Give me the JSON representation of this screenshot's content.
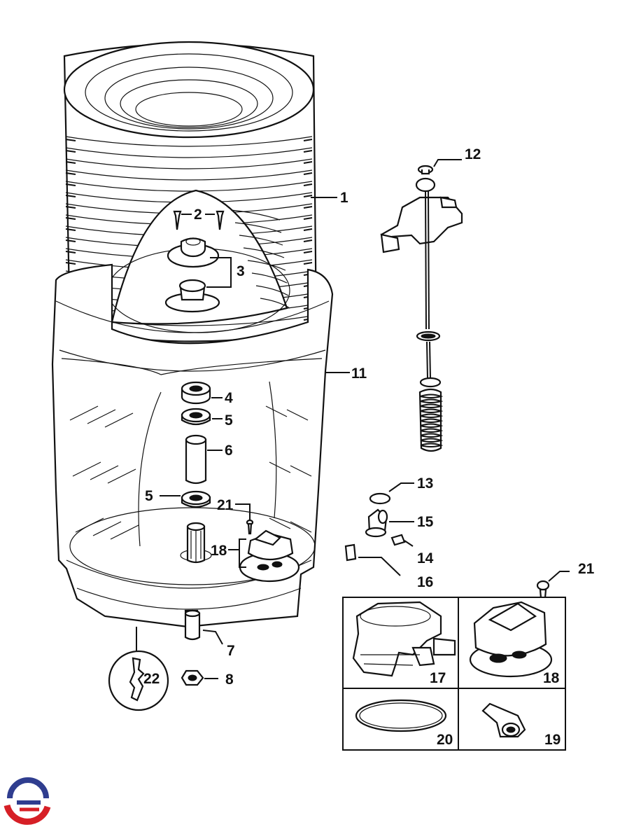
{
  "labels": {
    "l1": "1",
    "l2": "2",
    "l3": "3",
    "l4": "4",
    "l5a": "5",
    "l5b": "5",
    "l6": "6",
    "l7": "7",
    "l8": "8",
    "l11": "11",
    "l12": "12",
    "l13": "13",
    "l14": "14",
    "l15": "15",
    "l16": "16",
    "l17": "17",
    "l18a": "18",
    "l18b": "18",
    "l19": "19",
    "l20": "20",
    "l21a": "21",
    "l21b": "21",
    "l22": "22"
  },
  "colors": {
    "line": "#111111",
    "logo_blue": "#2f3d8f",
    "logo_red": "#d61f26"
  },
  "icons": {
    "logo": "brand-logo-icon"
  }
}
